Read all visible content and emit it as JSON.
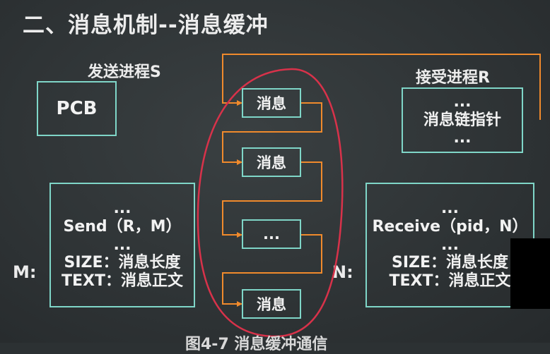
{
  "title": "二、消息机制--消息缓冲",
  "sender": {
    "label": "发送进程S",
    "pcb": "PCB",
    "area_label": "M:",
    "lines": [
      "...",
      "Send（R，M）",
      "...",
      "SIZE：消息长度",
      "TEXT：消息正文"
    ]
  },
  "receiver": {
    "label": "接受进程R",
    "pcb_lines": [
      "...",
      "消息链指针",
      "..."
    ],
    "area_label": "N:",
    "lines": [
      "...",
      "Receive（pid，N）",
      "...",
      "SIZE：消息长度",
      "TEXT：消息正文"
    ]
  },
  "queue": [
    "消息",
    "消息",
    "...",
    "消息"
  ],
  "caption": "图4-7 消息缓冲通信",
  "colors": {
    "box_border": "#7fd6c8",
    "arrow": "#f08a2c",
    "circle": "#d8324a",
    "background": "#2c3133"
  }
}
